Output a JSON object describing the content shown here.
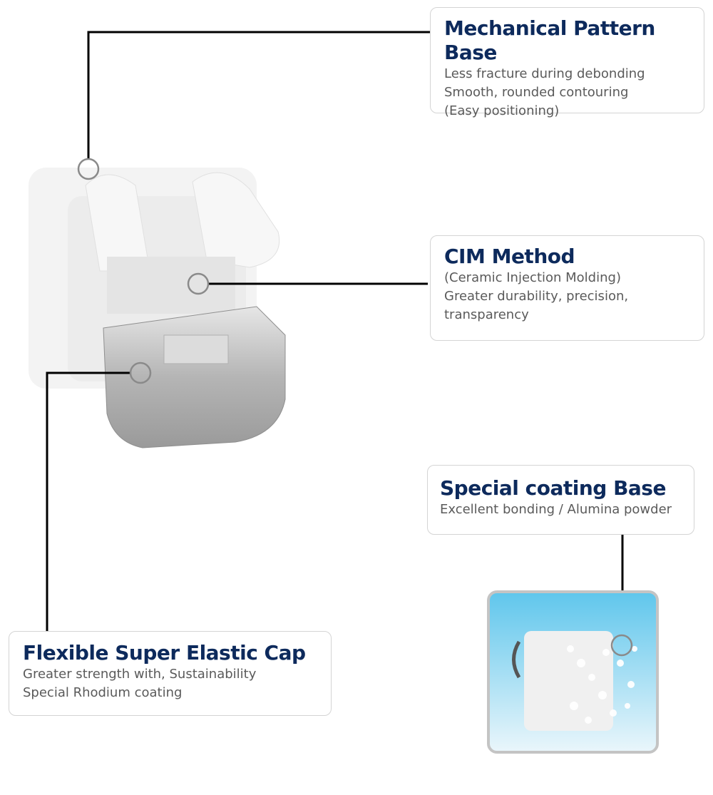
{
  "callouts": {
    "mechanical": {
      "title": "Mechanical Pattern Base",
      "lines": [
        "Less fracture during debonding",
        "Smooth, rounded contouring",
        "(Easy positioning)"
      ]
    },
    "cim": {
      "title": "CIM Method",
      "lines": [
        "(Ceramic Injection Molding)",
        "Greater durability, precision,",
        "transparency"
      ]
    },
    "coating": {
      "title": "Special coating Base",
      "lines": [
        "Excellent bonding / Alumina powder"
      ]
    },
    "cap": {
      "title": "Flexible Super Elastic Cap",
      "lines": [
        "Greater strength with, Sustainability",
        "Special Rhodium coating"
      ]
    }
  },
  "colors": {
    "title": "#0d2a5c",
    "text": "#5a5a5a",
    "leader": "#000000",
    "marker": "#8a8a8a"
  }
}
